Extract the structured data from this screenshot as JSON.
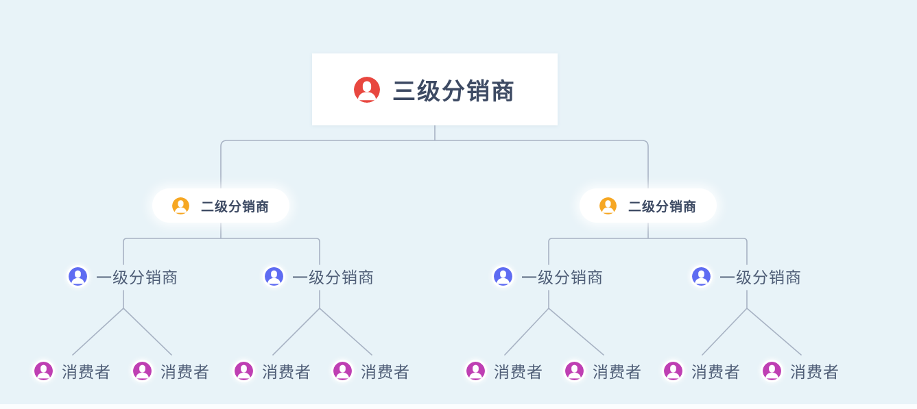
{
  "colors": {
    "background": "#e8f3f8",
    "connector": "#a7b2c3",
    "card": "#ffffff",
    "root_icon": "#e8473f",
    "level2_icon": "#f6a723",
    "level1_icon": "#5f6cf2",
    "consumer_icon": "#bf3fb3",
    "heading_text": "#3d4a63",
    "label_text": "#4e5d76"
  },
  "tree": {
    "root": {
      "label": "三级分销商",
      "icon": "user-icon"
    },
    "level2": [
      {
        "label": "二级分销商",
        "icon": "user-icon"
      },
      {
        "label": "二级分销商",
        "icon": "user-icon"
      }
    ],
    "level1": [
      {
        "label": "一级分销商",
        "icon": "user-icon"
      },
      {
        "label": "一级分销商",
        "icon": "user-icon"
      },
      {
        "label": "一级分销商",
        "icon": "user-icon"
      },
      {
        "label": "一级分销商",
        "icon": "user-icon"
      }
    ],
    "consumers": [
      {
        "label": "消费者",
        "icon": "user-icon"
      },
      {
        "label": "消费者",
        "icon": "user-icon"
      },
      {
        "label": "消费者",
        "icon": "user-icon"
      },
      {
        "label": "消费者",
        "icon": "user-icon"
      },
      {
        "label": "消费者",
        "icon": "user-icon"
      },
      {
        "label": "消费者",
        "icon": "user-icon"
      },
      {
        "label": "消费者",
        "icon": "user-icon"
      },
      {
        "label": "消费者",
        "icon": "user-icon"
      }
    ]
  }
}
